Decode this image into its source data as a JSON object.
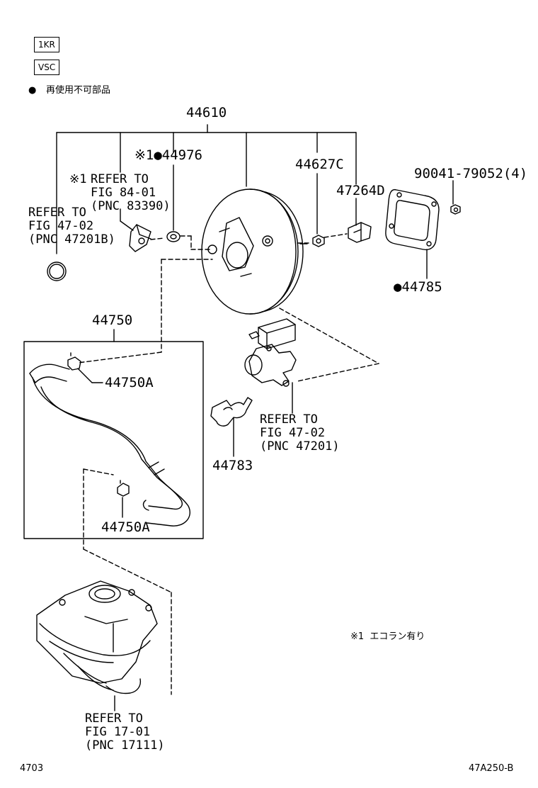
{
  "codes": [
    "1KR",
    "VSC"
  ],
  "legend": {
    "bullet": "●",
    "text": "再使用不可部品"
  },
  "note": "※1  エコラン有り",
  "parts": {
    "p44610": "44610",
    "p44976": "※1●44976",
    "p44627c": "44627C",
    "p47264d": "47264D",
    "p90041": "90041-79052(4)",
    "p44785": "●44785",
    "p44750": "44750",
    "p44750a_1": "44750A",
    "p44750a_2": "44750A",
    "p44783": "44783"
  },
  "refs": {
    "ref_fig84": {
      "mark": "※1",
      "lines": [
        "REFER TO",
        "FIG 84-01",
        "(PNC 83390)"
      ]
    },
    "ref_fig47b": {
      "lines": [
        "REFER TO",
        "FIG 47-02",
        "(PNC 47201B)"
      ]
    },
    "ref_fig47": {
      "lines": [
        "REFER TO",
        "FIG 47-02",
        "(PNC 47201)"
      ]
    },
    "ref_fig17": {
      "lines": [
        "REFER TO",
        "FIG 17-01",
        "(PNC 17111)"
      ]
    }
  },
  "footer": {
    "left": "4703",
    "right": "47A250-B"
  }
}
